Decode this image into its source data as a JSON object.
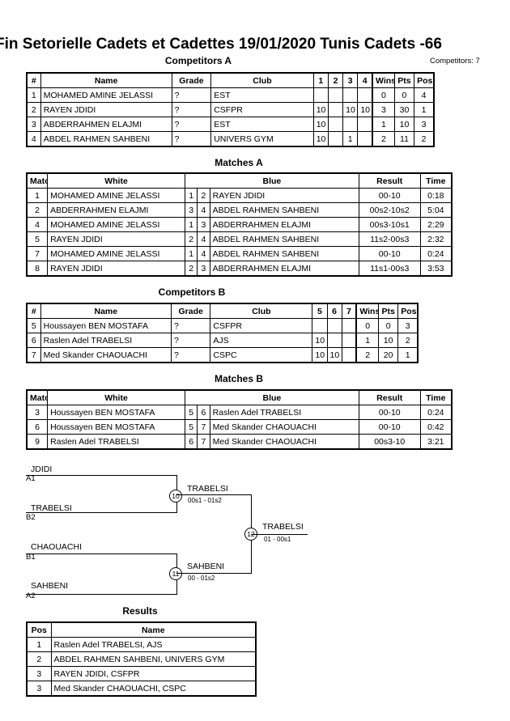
{
  "title": "Fin Setorielle Cadets et Cadettes  19/01/2020  Tunis   Cadets -66",
  "competitors_count": "Competitors: 7",
  "competitors_a": {
    "title": "Competitors A",
    "headers": [
      "#",
      "Name",
      "Grade",
      "Club",
      "1",
      "2",
      "3",
      "4",
      "Wins",
      "Pts",
      "Pos"
    ],
    "rows": [
      {
        "num": "1",
        "name": "MOHAMED AMINE JELASSI",
        "grade": "?",
        "club": "EST",
        "s1": "",
        "s2": "",
        "s3": "",
        "s4": "",
        "wins": "0",
        "pts": "0",
        "pos": "4"
      },
      {
        "num": "2",
        "name": "RAYEN JDIDI",
        "grade": "?",
        "club": "CSFPR",
        "s1": "10",
        "s2": "",
        "s3": "10",
        "s4": "10",
        "wins": "3",
        "pts": "30",
        "pos": "1"
      },
      {
        "num": "3",
        "name": "ABDERRAHMEN ELAJMI",
        "grade": "?",
        "club": "EST",
        "s1": "10",
        "s2": "",
        "s3": "",
        "s4": "",
        "wins": "1",
        "pts": "10",
        "pos": "3"
      },
      {
        "num": "4",
        "name": "ABDEL RAHMEN SAHBENI",
        "grade": "?",
        "club": "UNIVERS GYM",
        "s1": "10",
        "s2": "",
        "s3": "1",
        "s4": "",
        "wins": "2",
        "pts": "11",
        "pos": "2"
      }
    ]
  },
  "matches_a": {
    "title": "Matches A",
    "headers": [
      "Match",
      "White",
      "Blue",
      "Result",
      "Time"
    ],
    "rows": [
      {
        "match": "1",
        "white": "MOHAMED AMINE JELASSI",
        "w": "1",
        "b": "2",
        "blue": "RAYEN JDIDI",
        "result": "00-10",
        "time": "0:18"
      },
      {
        "match": "2",
        "white": "ABDERRAHMEN ELAJMI",
        "w": "3",
        "b": "4",
        "blue": "ABDEL RAHMEN SAHBENI",
        "result": "00s2-10s2",
        "time": "5:04"
      },
      {
        "match": "4",
        "white": "MOHAMED AMINE JELASSI",
        "w": "1",
        "b": "3",
        "blue": "ABDERRAHMEN ELAJMI",
        "result": "00s3-10s1",
        "time": "2:29"
      },
      {
        "match": "5",
        "white": "RAYEN JDIDI",
        "w": "2",
        "b": "4",
        "blue": "ABDEL RAHMEN SAHBENI",
        "result": "11s2-00s3",
        "time": "2:32"
      },
      {
        "match": "7",
        "white": "MOHAMED AMINE JELASSI",
        "w": "1",
        "b": "4",
        "blue": "ABDEL RAHMEN SAHBENI",
        "result": "00-10",
        "time": "0:24"
      },
      {
        "match": "8",
        "white": "RAYEN JDIDI",
        "w": "2",
        "b": "3",
        "blue": "ABDERRAHMEN ELAJMI",
        "result": "11s1-00s3",
        "time": "3:53"
      }
    ]
  },
  "competitors_b": {
    "title": "Competitors B",
    "headers": [
      "#",
      "Name",
      "Grade",
      "Club",
      "5",
      "6",
      "7",
      "Wins",
      "Pts",
      "Pos"
    ],
    "rows": [
      {
        "num": "5",
        "name": "Houssayen BEN MOSTAFA",
        "grade": "?",
        "club": "CSFPR",
        "s5": "",
        "s6": "",
        "s7": "",
        "wins": "0",
        "pts": "0",
        "pos": "3"
      },
      {
        "num": "6",
        "name": "Raslen Adel TRABELSI",
        "grade": "?",
        "club": "AJS",
        "s5": "10",
        "s6": "",
        "s7": "",
        "wins": "1",
        "pts": "10",
        "pos": "2"
      },
      {
        "num": "7",
        "name": "Med Skander CHAOUACHI",
        "grade": "?",
        "club": "CSPC",
        "s5": "10",
        "s6": "10",
        "s7": "",
        "wins": "2",
        "pts": "20",
        "pos": "1"
      }
    ]
  },
  "matches_b": {
    "title": "Matches B",
    "headers": [
      "Match",
      "White",
      "Blue",
      "Result",
      "Time"
    ],
    "rows": [
      {
        "match": "3",
        "white": "Houssayen BEN MOSTAFA",
        "w": "5",
        "b": "6",
        "blue": "Raslen Adel TRABELSI",
        "result": "00-10",
        "time": "0:24"
      },
      {
        "match": "6",
        "white": "Houssayen BEN MOSTAFA",
        "w": "5",
        "b": "7",
        "blue": "Med Skander CHAOUACHI",
        "result": "00-10",
        "time": "0:42"
      },
      {
        "match": "9",
        "white": "Raslen Adel TRABELSI",
        "w": "6",
        "b": "7",
        "blue": "Med Skander CHAOUACHI",
        "result": "00s3-10",
        "time": "3:21"
      }
    ]
  },
  "bracket": {
    "semi1": {
      "top_name": "JDIDI",
      "top_seed": "A1",
      "bottom_name": "TRABELSI",
      "bottom_seed": "B2",
      "match": "10",
      "winner": "TRABELSI",
      "score": "00s1 - 01s2"
    },
    "semi2": {
      "top_name": "CHAOUACHI",
      "top_seed": "B1",
      "bottom_name": "SAHBENI",
      "bottom_seed": "A2",
      "match": "11",
      "winner": "SAHBENI",
      "score": "00 - 01s2"
    },
    "final": {
      "match": "12",
      "winner": "TRABELSI",
      "score": "01 - 00s1"
    }
  },
  "results": {
    "title": "Results",
    "headers": [
      "Pos",
      "Name"
    ],
    "rows": [
      {
        "pos": "1",
        "name": "Raslen Adel TRABELSI, AJS"
      },
      {
        "pos": "2",
        "name": "ABDEL RAHMEN SAHBENI, UNIVERS GYM"
      },
      {
        "pos": "3",
        "name": "RAYEN JDIDI, CSFPR"
      },
      {
        "pos": "3",
        "name": "Med Skander CHAOUACHI, CSPC"
      }
    ]
  }
}
